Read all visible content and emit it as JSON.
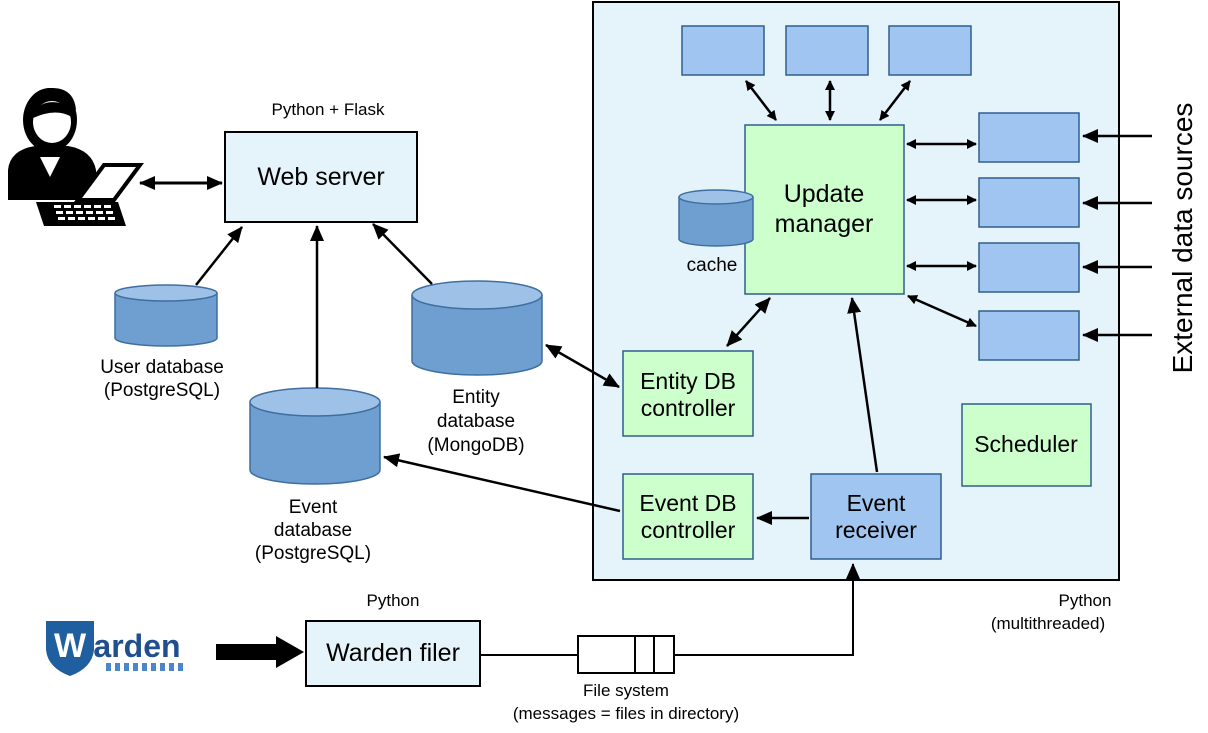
{
  "labels": {
    "python_flask": "Python + Flask",
    "web_server": "Web server",
    "user_db_1": "User database",
    "user_db_2": "(PostgreSQL)",
    "entity_db_1": "Entity",
    "entity_db_2": "database",
    "entity_db_3": "(MongoDB)",
    "event_db_1": "Event",
    "event_db_2": "database",
    "event_db_3": "(PostgreSQL)",
    "update_manager_1": "Update",
    "update_manager_2": "manager",
    "cache": "cache",
    "entity_ctrl_1": "Entity DB",
    "entity_ctrl_2": "controller",
    "event_ctrl_1": "Event DB",
    "event_ctrl_2": "controller",
    "event_receiver_1": "Event",
    "event_receiver_2": "receiver",
    "scheduler": "Scheduler",
    "external_sources": "External data sources",
    "python_multi_1": "Python",
    "python_multi_2": "(multithreaded)",
    "python_filer": "Python",
    "warden_filer": "Warden filer",
    "file_system_1": "File system",
    "file_system_2": "(messages = files in directory)",
    "warden_logo": "Warden"
  },
  "colors": {
    "light_blue_box": "#e4f4fa",
    "green_box": "#ccffcc",
    "module_blue": "#9fc5f0",
    "db_fill": "#6f9fd0",
    "db_top": "#9ec1e8"
  }
}
